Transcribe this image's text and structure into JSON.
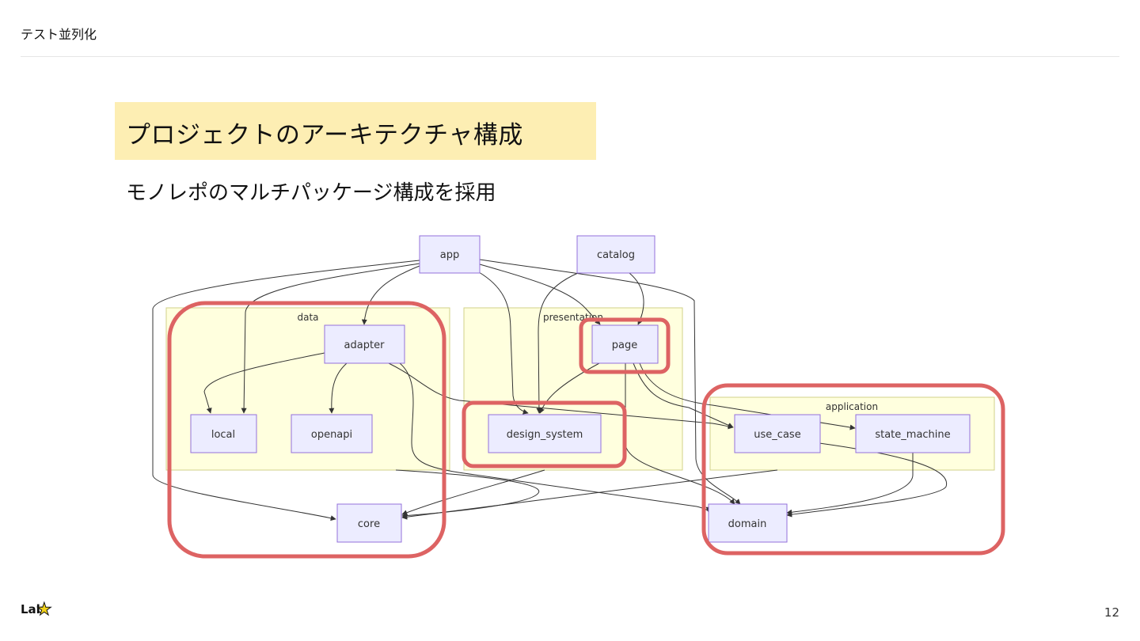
{
  "header": {
    "title": "テスト並列化"
  },
  "slide": {
    "heading": "プロジェクトのアーキテクチャ構成",
    "subheading": "モノレポのマルチパッケージ構成を採用",
    "page_number": "12",
    "logo": {
      "text": "Lab",
      "icon": "star-icon"
    }
  },
  "diagram": {
    "groups": {
      "data": "data",
      "presentation": "presentation",
      "application": "application"
    },
    "nodes": {
      "app": "app",
      "catalog": "catalog",
      "adapter": "adapter",
      "page": "page",
      "local": "local",
      "openapi": "openapi",
      "design_system": "design_system",
      "use_case": "use_case",
      "state_machine": "state_machine",
      "core": "core",
      "domain": "domain"
    },
    "colors": {
      "node_fill": "#ececff",
      "node_stroke": "#9370db",
      "group_fill": "#ffffde",
      "group_stroke": "#d0d08a",
      "highlight": "#dd6363",
      "edge": "#333333"
    }
  }
}
